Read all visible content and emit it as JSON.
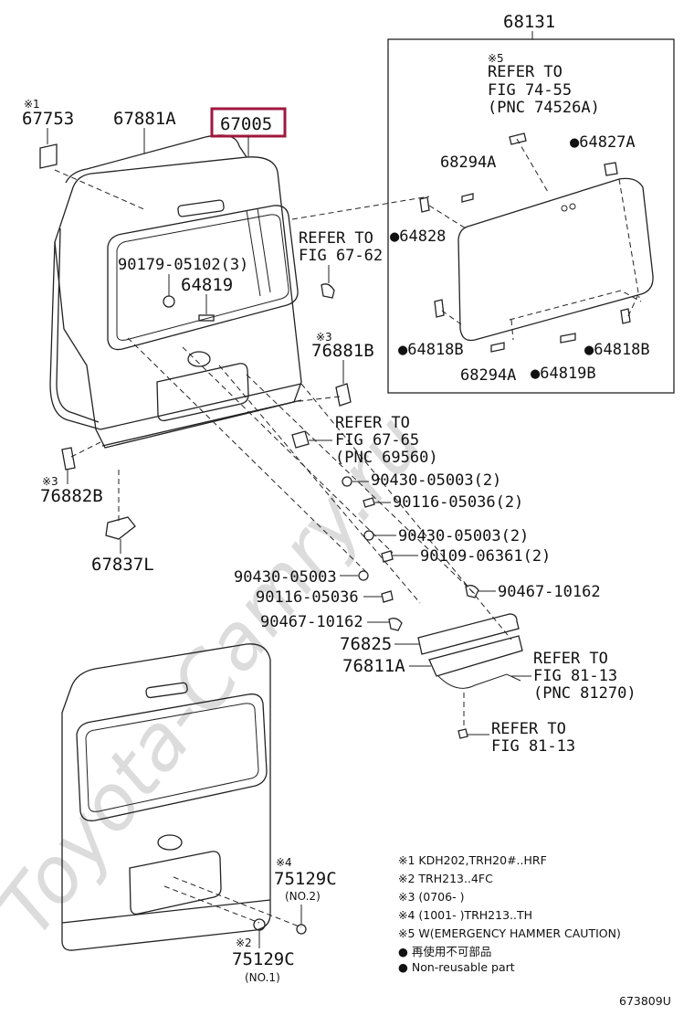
{
  "diagram": {
    "labels": {
      "p68131": "68131",
      "n5": "※5",
      "refer_to": "REFER TO",
      "fig7455": "FIG 74-55",
      "pnc74526a": "(PNC 74526A)",
      "p64827a": "●64827A",
      "p68294a_top": "68294A",
      "p64828": "●64828",
      "p64818b_left": "●64818B",
      "p64818b_right": "●64818B",
      "p68294a_bottom": "68294A",
      "p64819b": "●64819B",
      "n1": "※1",
      "p67753": "67753",
      "p67881a": "67881A",
      "p67005": "67005",
      "refer_fig6762_a": "REFER TO",
      "refer_fig6762_b": "FIG 67-62",
      "p90179": "90179-05102(3)",
      "p64819": "64819",
      "n3_a": "※3",
      "p76881b": "76881B",
      "refer_fig6765_a": "REFER TO",
      "refer_fig6765_b": "FIG 67-65",
      "refer_fig6765_c": "(PNC 69560)",
      "n3_b": "※3",
      "p76882b": "76882B",
      "p90430_1": "90430-05003(2)",
      "p90116_1": "90116-05036(2)",
      "p90430_2": "90430-05003(2)",
      "p90109": "90109-06361(2)",
      "p67837l": "67837L",
      "p90430_3": "90430-05003",
      "p90467_1": "90467-10162",
      "p90116_2": "90116-05036",
      "p90467_2": "90467-10162",
      "p76825": "76825",
      "p76811a": "76811A",
      "refer_fig8113_a": "REFER TO",
      "refer_fig8113_b": "FIG 81-13",
      "refer_fig8113_c": "(PNC 81270)",
      "refer_fig8113b_a": "REFER TO",
      "refer_fig8113b_b": "FIG 81-13",
      "n4": "※4",
      "p75129c_1": "75129C",
      "no2": "(NO.2)",
      "n2": "※2",
      "p75129c_2": "75129C",
      "no1": "(NO.1)"
    },
    "footnotes": [
      "※1 KDH202,TRH20#..HRF",
      "※2 TRH213..4FC",
      "※3 (0706-        )",
      "※4 (1001-        )TRH213..TH",
      "※5 W(EMERGENCY HAMMER CAUTION)",
      "● 再使用不可部品",
      "● Non-reusable part"
    ],
    "watermark": "Toyota-Camry.ru",
    "figure_code": "673809U",
    "highlight_color": "#a0173e"
  }
}
